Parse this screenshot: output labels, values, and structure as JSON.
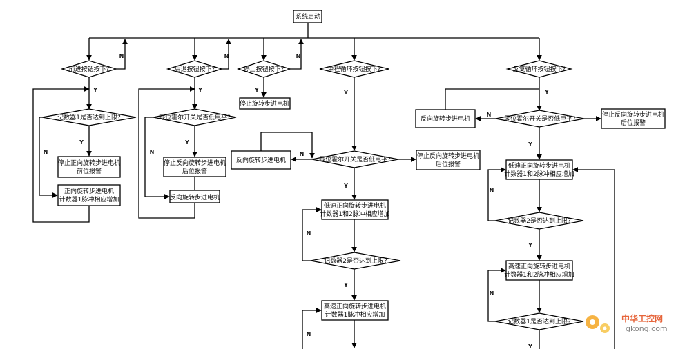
{
  "start": "系统启动",
  "decisions": {
    "forward": "前进按钮按下?",
    "backward": "后退按钮按下?",
    "stop": "停止按钮按下?",
    "single_loop": "单程循环按钮按下?",
    "repeat_loop": "反复循环按钮按下?"
  },
  "col1": {
    "counter_check": "记数器1是否达到上限?",
    "stop_box": [
      "停止正向旋转步进电机",
      "前位报警"
    ],
    "run_box": [
      "正向旋转步进电机",
      "计数器1脉冲相应增加"
    ]
  },
  "col2": {
    "hall_check": "零位霍尔开关是否低电平?",
    "stop_box": [
      "停止反向旋转步进电机",
      "后位报警"
    ],
    "run_box": "反向旋转步进电机"
  },
  "col3": {
    "stop_box": "停止旋转步进电机"
  },
  "col4": {
    "hall_check": "零位霍尔开关是否低电平?",
    "reverse_box": "反向旋转步进电机",
    "alarm_box": [
      "停止反向旋转步进电机",
      "后位报警"
    ],
    "low_speed_box": [
      "低速正向旋转步进电机",
      "计数器1和2脉冲相应增加"
    ],
    "counter2_check": "记数器2是否达到上限?",
    "high_speed_box": [
      "高速正向旋转步进电机",
      "计数器1脉冲相应增加"
    ]
  },
  "col5": {
    "hall_check": "零位霍尔开关是否低电平?",
    "reverse_box": "反向旋转步进电机",
    "alarm_box": [
      "停止反向旋转步进电机",
      "后位报警"
    ],
    "low_speed_box": [
      "低速正向旋转步进电机",
      "计数器1和2脉冲相应增加"
    ],
    "counter2_check": "记数器2是否达到上限?",
    "high_speed_box": [
      "高速正向旋转步进电机",
      "计数器1和2脉冲相应增加"
    ],
    "counter1_check": "记数器1是否达到上限?"
  },
  "labels": {
    "yes": "Y",
    "no": "N"
  },
  "watermark": {
    "name": "中华工控网",
    "url": "gkong.com"
  }
}
